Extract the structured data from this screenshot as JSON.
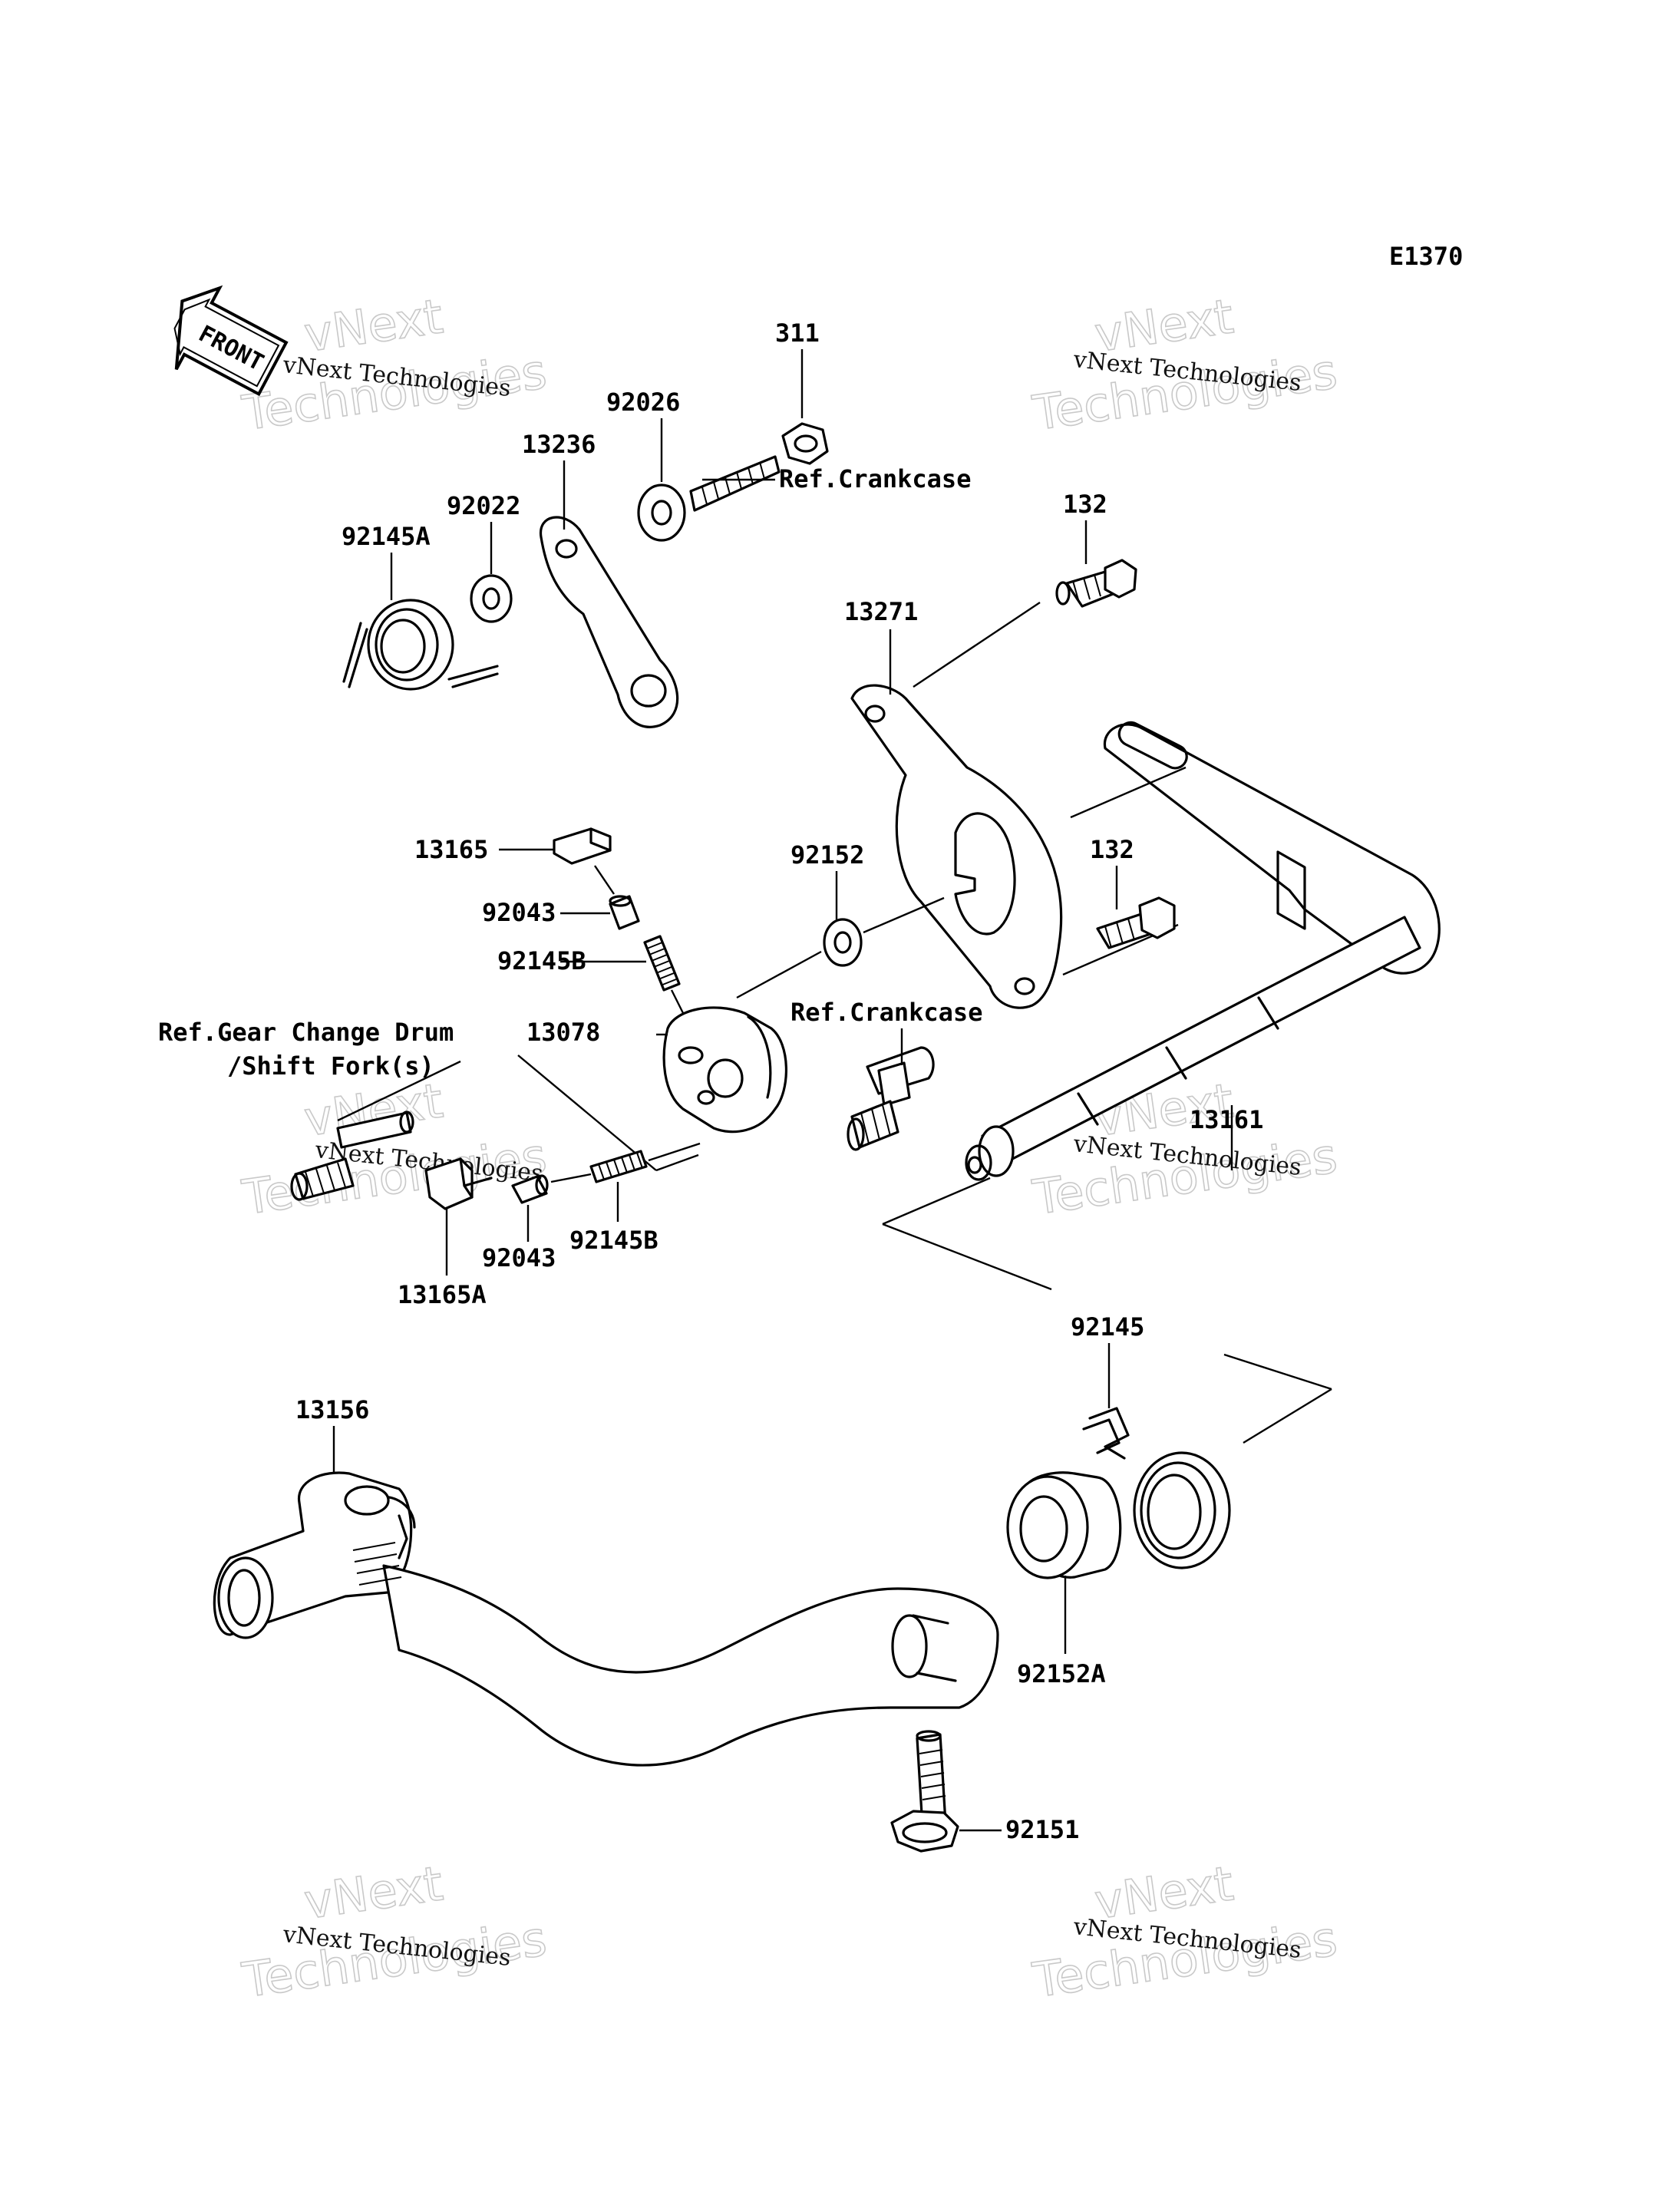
{
  "diagram": {
    "code": "E1370",
    "front_badge": "FRONT",
    "watermark_company": "vNext Technologies",
    "watermark_line1": "vNext",
    "watermark_line2": "Technologies",
    "labels": {
      "p311": "311",
      "p92026": "92026",
      "ref_crankcase_top": "Ref.Crankcase",
      "p13236": "13236",
      "p92022": "92022",
      "p92145A": "92145A",
      "p132_top": "132",
      "p13271": "13271",
      "p13165": "13165",
      "p92152": "92152",
      "p132_mid": "132",
      "p92043_top": "92043",
      "p92145B_top": "92145B",
      "ref_crankcase_mid": "Ref.Crankcase",
      "ref_gear_line1": "Ref.Gear Change Drum",
      "ref_gear_line2": "/Shift Fork(s)",
      "p13078": "13078",
      "p13161": "13161",
      "p92145B_bottom": "92145B",
      "p92043_bottom": "92043",
      "p13165A": "13165A",
      "p92145": "92145",
      "p13156": "13156",
      "p92152A": "92152A",
      "p92151": "92151"
    }
  }
}
